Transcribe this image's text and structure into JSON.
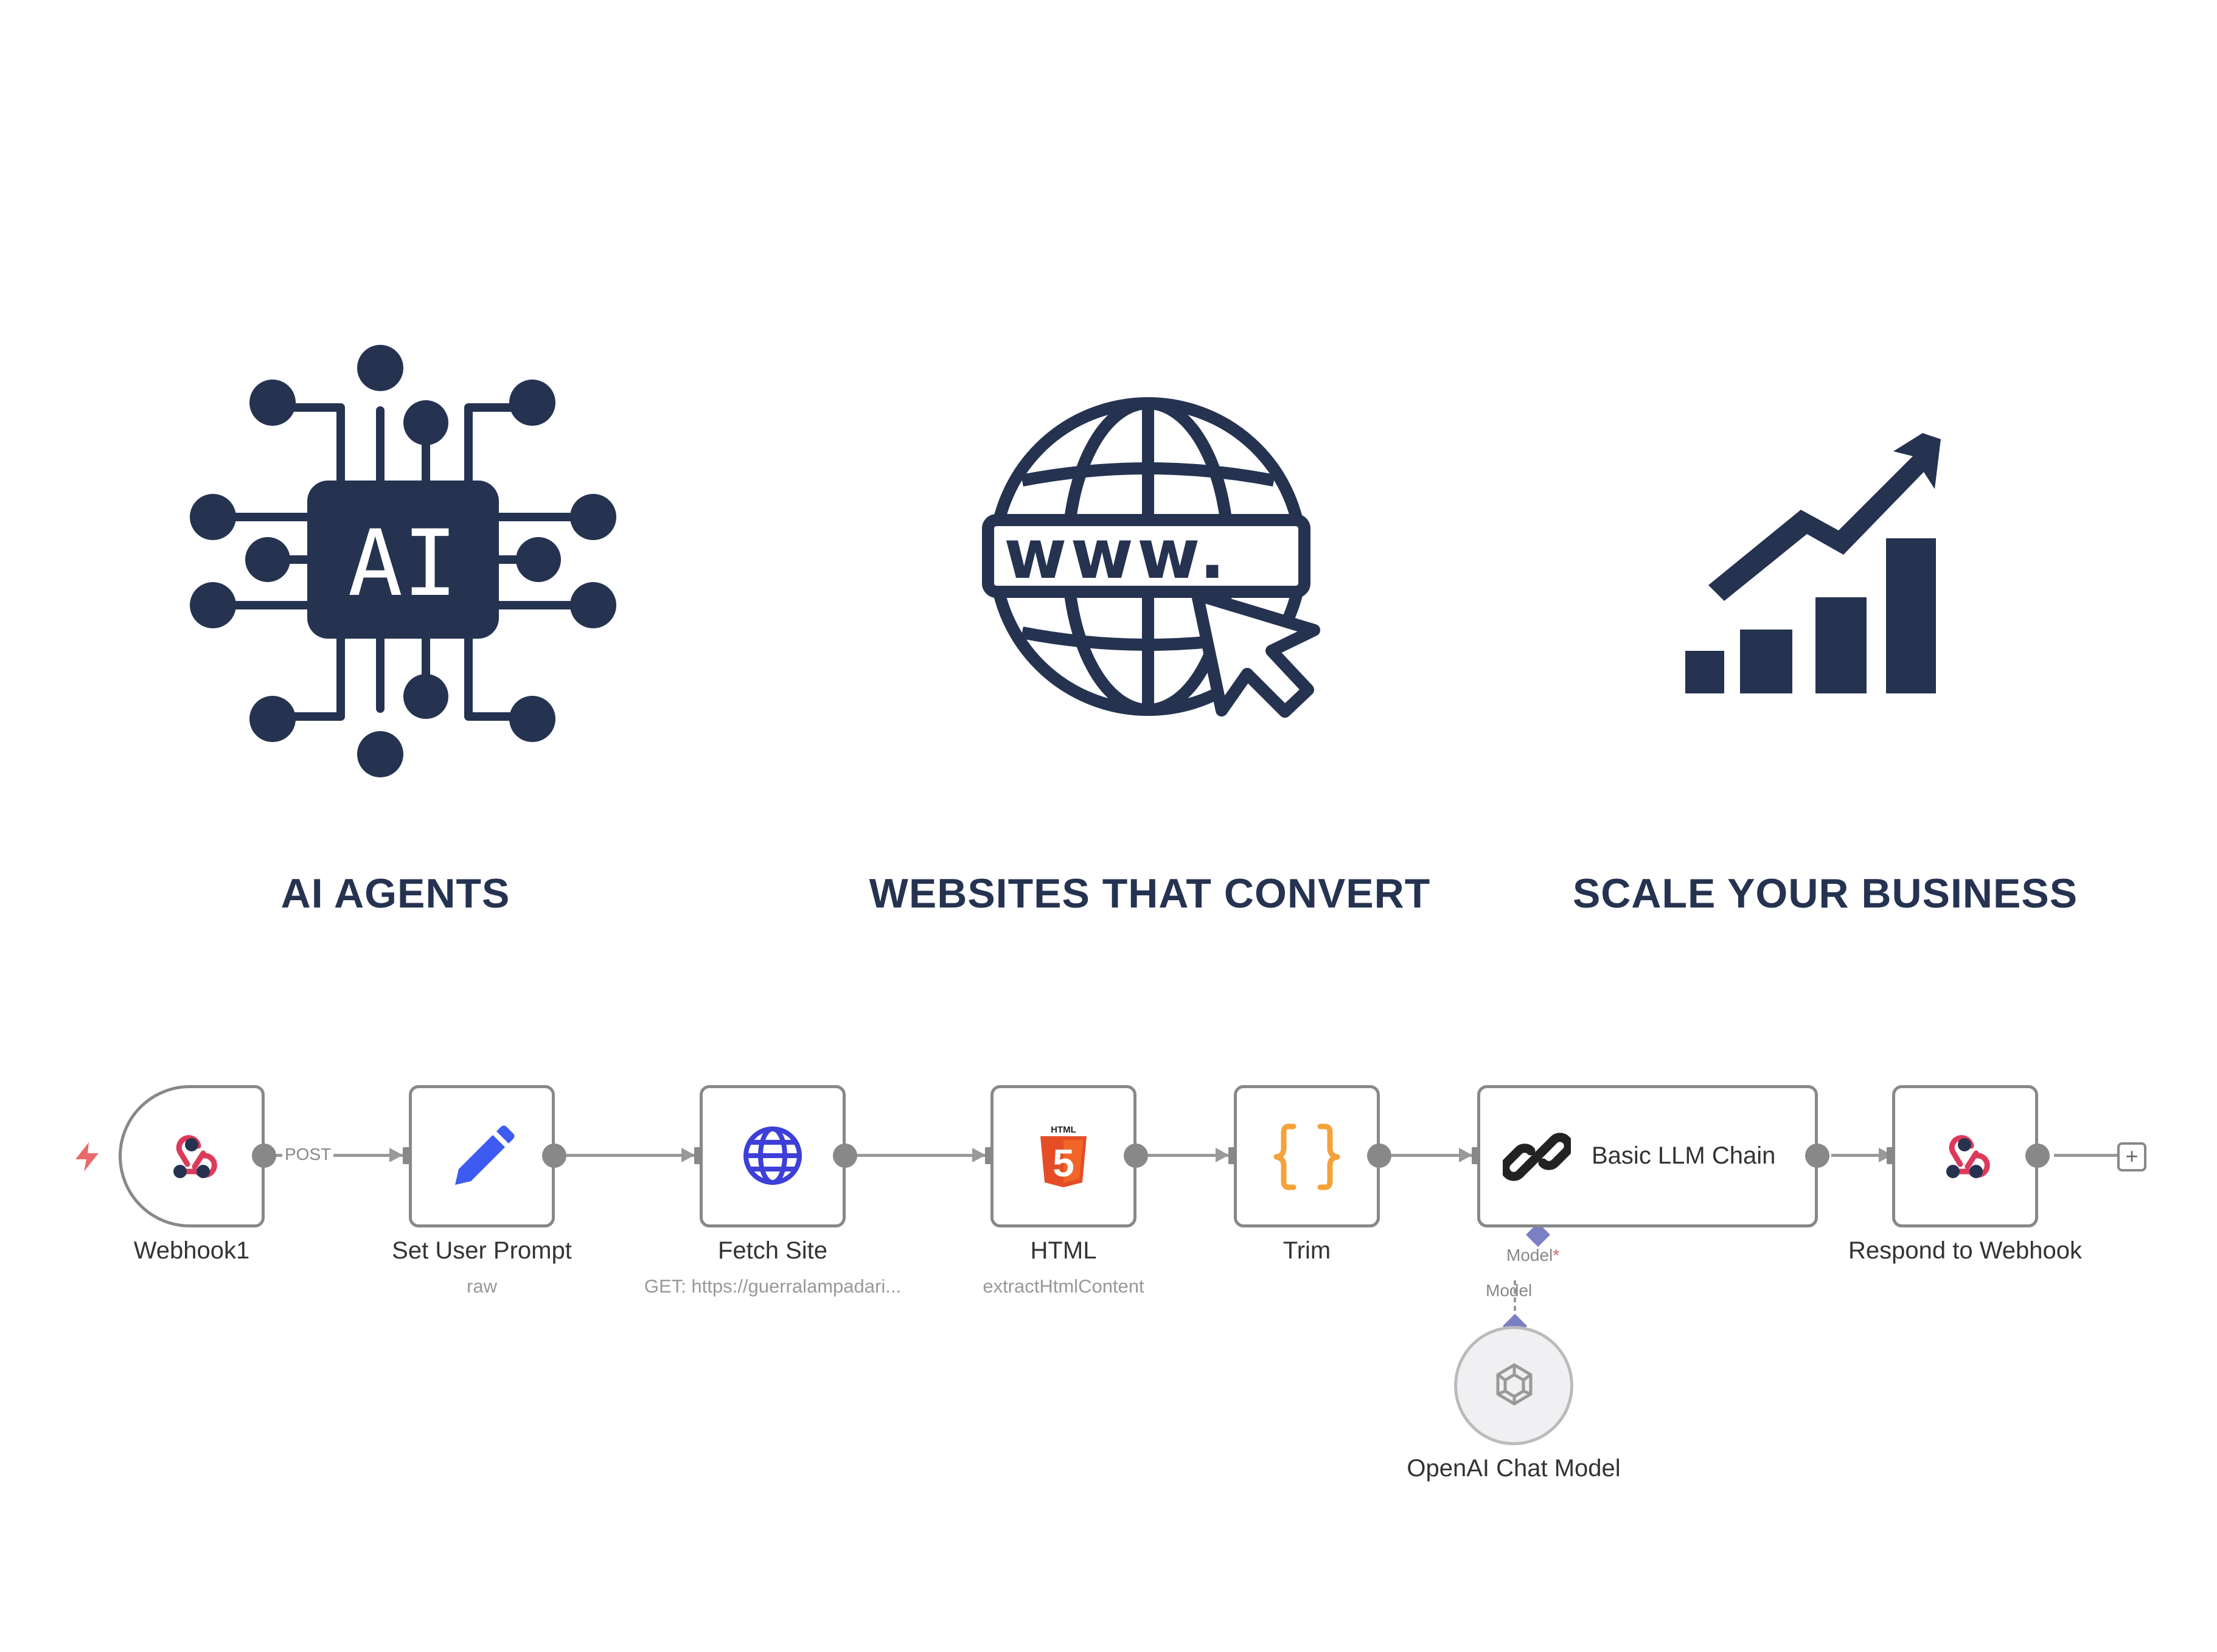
{
  "features": [
    {
      "title": "AI AGENTS",
      "icon": "ai-chip-icon"
    },
    {
      "title": "WEBSITES THAT CONVERT",
      "icon": "globe-www-icon"
    },
    {
      "title": "SCALE YOUR BUSINESS",
      "icon": "growth-chart-icon"
    }
  ],
  "chip_text": "AI",
  "www_text": "www.",
  "workflow": {
    "nodes": [
      {
        "label": "Webhook1",
        "sub": "",
        "icon": "webhook-icon"
      },
      {
        "label": "Set User Prompt",
        "sub": "raw",
        "icon": "pencil-icon"
      },
      {
        "label": "Fetch Site",
        "sub": "GET: https://guerralampadari...",
        "icon": "globe-icon"
      },
      {
        "label": "HTML",
        "sub": "extractHtmlContent",
        "icon": "html5-icon"
      },
      {
        "label": "Trim",
        "sub": "",
        "icon": "curly-braces-icon"
      },
      {
        "label": "Basic LLM Chain",
        "sub": "",
        "icon": "chain-link-icon"
      },
      {
        "label": "Respond to Webhook",
        "sub": "",
        "icon": "webhook-icon"
      }
    ],
    "edge_label_post": "POST",
    "model_port_label": "Model",
    "model_port_required": "*",
    "model_link_label": "Model",
    "model_node_label": "OpenAI Chat Model",
    "html_badge": "HTML",
    "html_digit": "5",
    "plus_symbol": "+"
  },
  "colors": {
    "navy": "#253351",
    "webhook_red": "#dd3a5a",
    "pencil_blue": "#3d5af1",
    "globe_blue": "#3d3fd8",
    "html_orange": "#e44d26",
    "trim_orange": "#f5a23a",
    "model_purple": "#7b7fc4"
  }
}
